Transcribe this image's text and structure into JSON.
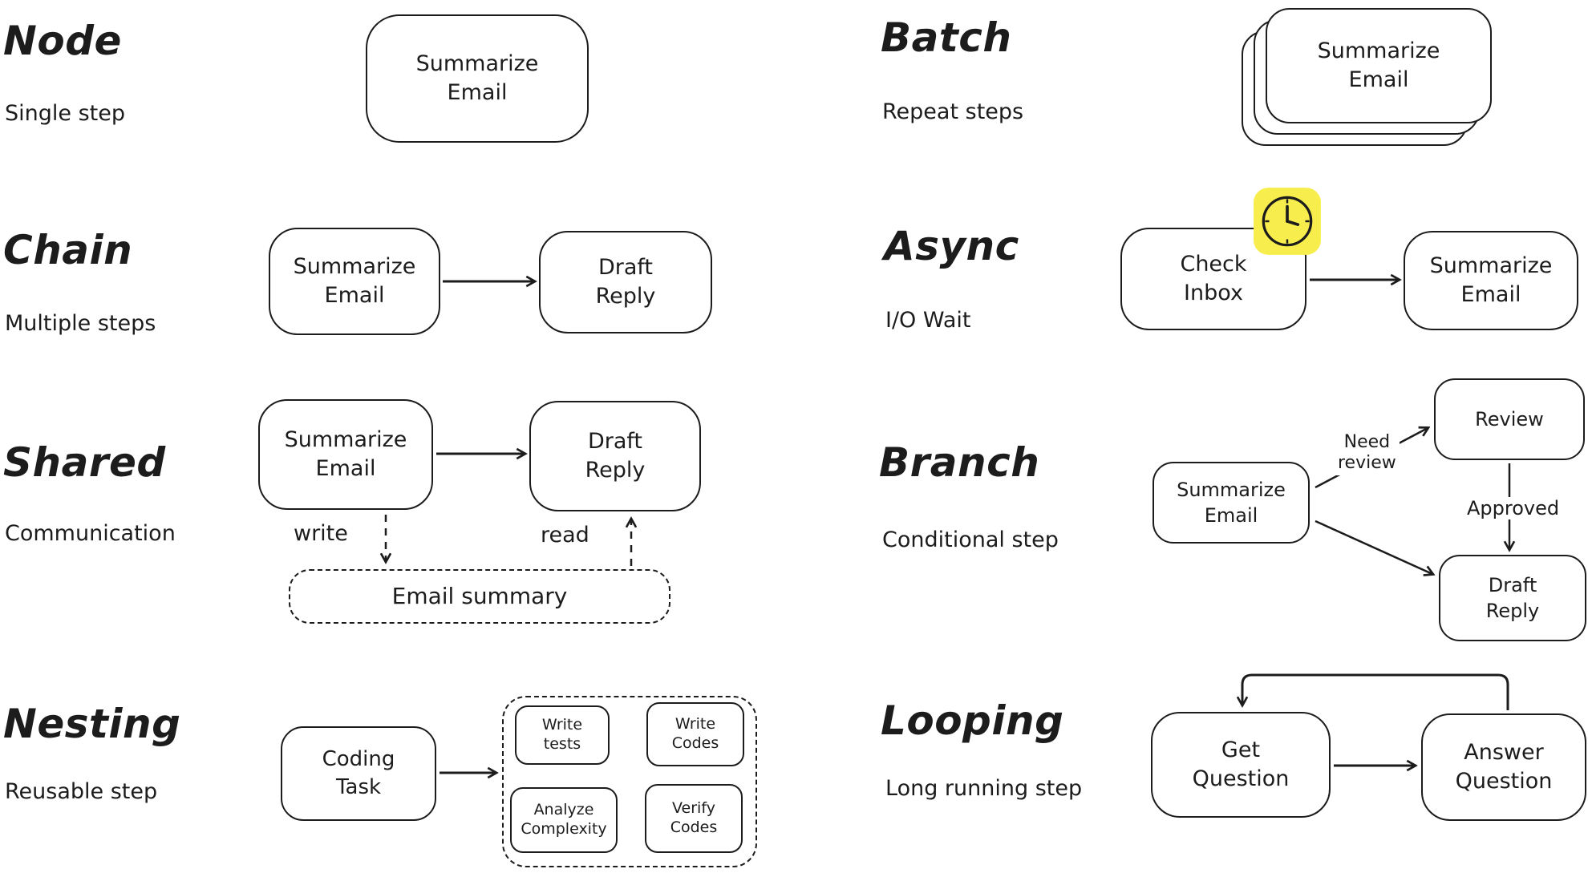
{
  "palette": {
    "ink": "#1c1c1c",
    "paper": "#ffffff",
    "highlight": "#f7ee4d"
  },
  "sections": {
    "node": {
      "title": "Node",
      "subtitle": "Single step",
      "nodes": {
        "summarize": "Summarize\nEmail"
      }
    },
    "chain": {
      "title": "Chain",
      "subtitle": "Multiple steps",
      "nodes": {
        "summarize": "Summarize\nEmail",
        "draft": "Draft\nReply"
      }
    },
    "shared": {
      "title": "Shared",
      "subtitle": "Communication",
      "nodes": {
        "summarize": "Summarize\nEmail",
        "draft": "Draft\nReply",
        "store": "Email summary"
      },
      "labels": {
        "write": "write",
        "read": "read"
      }
    },
    "nesting": {
      "title": "Nesting",
      "subtitle": "Reusable step",
      "nodes": {
        "coding": "Coding\nTask",
        "write_tests": "Write\ntests",
        "write_codes": "Write\nCodes",
        "analyze": "Analyze\nComplexity",
        "verify": "Verify\nCodes"
      }
    },
    "batch": {
      "title": "Batch",
      "subtitle": "Repeat steps",
      "nodes": {
        "summarize": "Summarize\nEmail"
      }
    },
    "async": {
      "title": "Async",
      "subtitle": "I/O Wait",
      "nodes": {
        "check": "Check\nInbox",
        "summarize": "Summarize\nEmail"
      }
    },
    "branch": {
      "title": "Branch",
      "subtitle": "Conditional step",
      "nodes": {
        "summarize": "Summarize\nEmail",
        "review": "Review",
        "draft": "Draft\nReply"
      },
      "labels": {
        "need_review": "Need\nreview",
        "approved": "Approved"
      }
    },
    "looping": {
      "title": "Looping",
      "subtitle": "Long running step",
      "nodes": {
        "get": "Get\nQuestion",
        "answer": "Answer\nQuestion"
      }
    }
  }
}
